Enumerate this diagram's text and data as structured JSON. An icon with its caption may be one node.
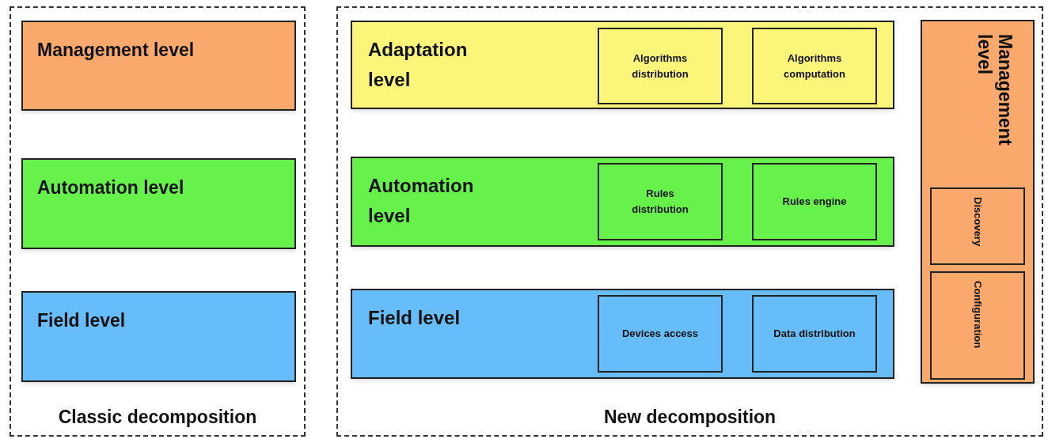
{
  "diagram": {
    "nodes": [
      {
        "text": [
          "Classic decomposition"
        ]
      },
      {
        "text": [
          "Management level"
        ],
        "in": 0
      },
      {
        "text": [
          "Automation level"
        ],
        "in": 0
      },
      {
        "text": [
          "Field level"
        ],
        "in": 0
      },
      {
        "text": [
          "New decomposition"
        ]
      },
      {
        "text": [
          "Adaptation level"
        ],
        "in": 4
      },
      {
        "text": [
          "Algorithms distribution"
        ],
        "in": 5
      },
      {
        "text": [
          "Algorithms computation"
        ],
        "in": 5
      },
      {
        "text": [
          "Automation level"
        ],
        "in": 4
      },
      {
        "text": [
          "Rules distribution"
        ],
        "in": 8
      },
      {
        "text": [
          "Rules engine"
        ],
        "in": 8
      },
      {
        "text": [
          "Field level"
        ],
        "in": 4
      },
      {
        "text": [
          "Devices access"
        ],
        "in": 11
      },
      {
        "text": [
          "Data distribution"
        ],
        "in": 11
      },
      {
        "text": [
          "Management level"
        ],
        "in": 4
      },
      {
        "text": [
          "Discovery"
        ],
        "in": 14
      },
      {
        "text": [
          "Configuration"
        ],
        "in": 14
      }
    ]
  }
}
